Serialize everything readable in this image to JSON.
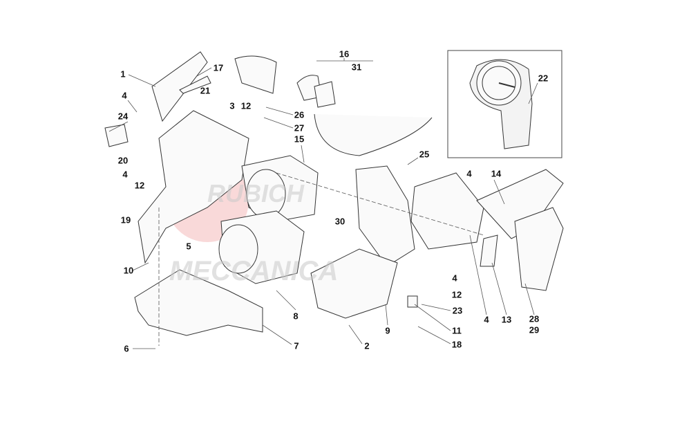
{
  "diagram": {
    "watermark": {
      "line1": "RUBICH",
      "line2": "MECCANICA"
    },
    "labels": [
      {
        "id": "1",
        "text": "1"
      },
      {
        "id": "17",
        "text": "17"
      },
      {
        "id": "4a",
        "text": "4"
      },
      {
        "id": "21",
        "text": "21"
      },
      {
        "id": "3",
        "text": "3"
      },
      {
        "id": "12a",
        "text": "12"
      },
      {
        "id": "26",
        "text": "26"
      },
      {
        "id": "27",
        "text": "27"
      },
      {
        "id": "24",
        "text": "24"
      },
      {
        "id": "20",
        "text": "20"
      },
      {
        "id": "4b",
        "text": "4"
      },
      {
        "id": "12b",
        "text": "12"
      },
      {
        "id": "19",
        "text": "19"
      },
      {
        "id": "5",
        "text": "5"
      },
      {
        "id": "10",
        "text": "10"
      },
      {
        "id": "6",
        "text": "6"
      },
      {
        "id": "16",
        "text": "16"
      },
      {
        "id": "31",
        "text": "31"
      },
      {
        "id": "15",
        "text": "15"
      },
      {
        "id": "25",
        "text": "25"
      },
      {
        "id": "22",
        "text": "22"
      },
      {
        "id": "4c",
        "text": "4"
      },
      {
        "id": "14",
        "text": "14"
      },
      {
        "id": "30",
        "text": "30"
      },
      {
        "id": "4d",
        "text": "4"
      },
      {
        "id": "12c",
        "text": "12"
      },
      {
        "id": "4e",
        "text": "4"
      },
      {
        "id": "13",
        "text": "13"
      },
      {
        "id": "28",
        "text": "28"
      },
      {
        "id": "29",
        "text": "29"
      },
      {
        "id": "8",
        "text": "8"
      },
      {
        "id": "23",
        "text": "23"
      },
      {
        "id": "11",
        "text": "11"
      },
      {
        "id": "18",
        "text": "18"
      },
      {
        "id": "9",
        "text": "9"
      },
      {
        "id": "2",
        "text": "2"
      },
      {
        "id": "7",
        "text": "7"
      }
    ]
  }
}
